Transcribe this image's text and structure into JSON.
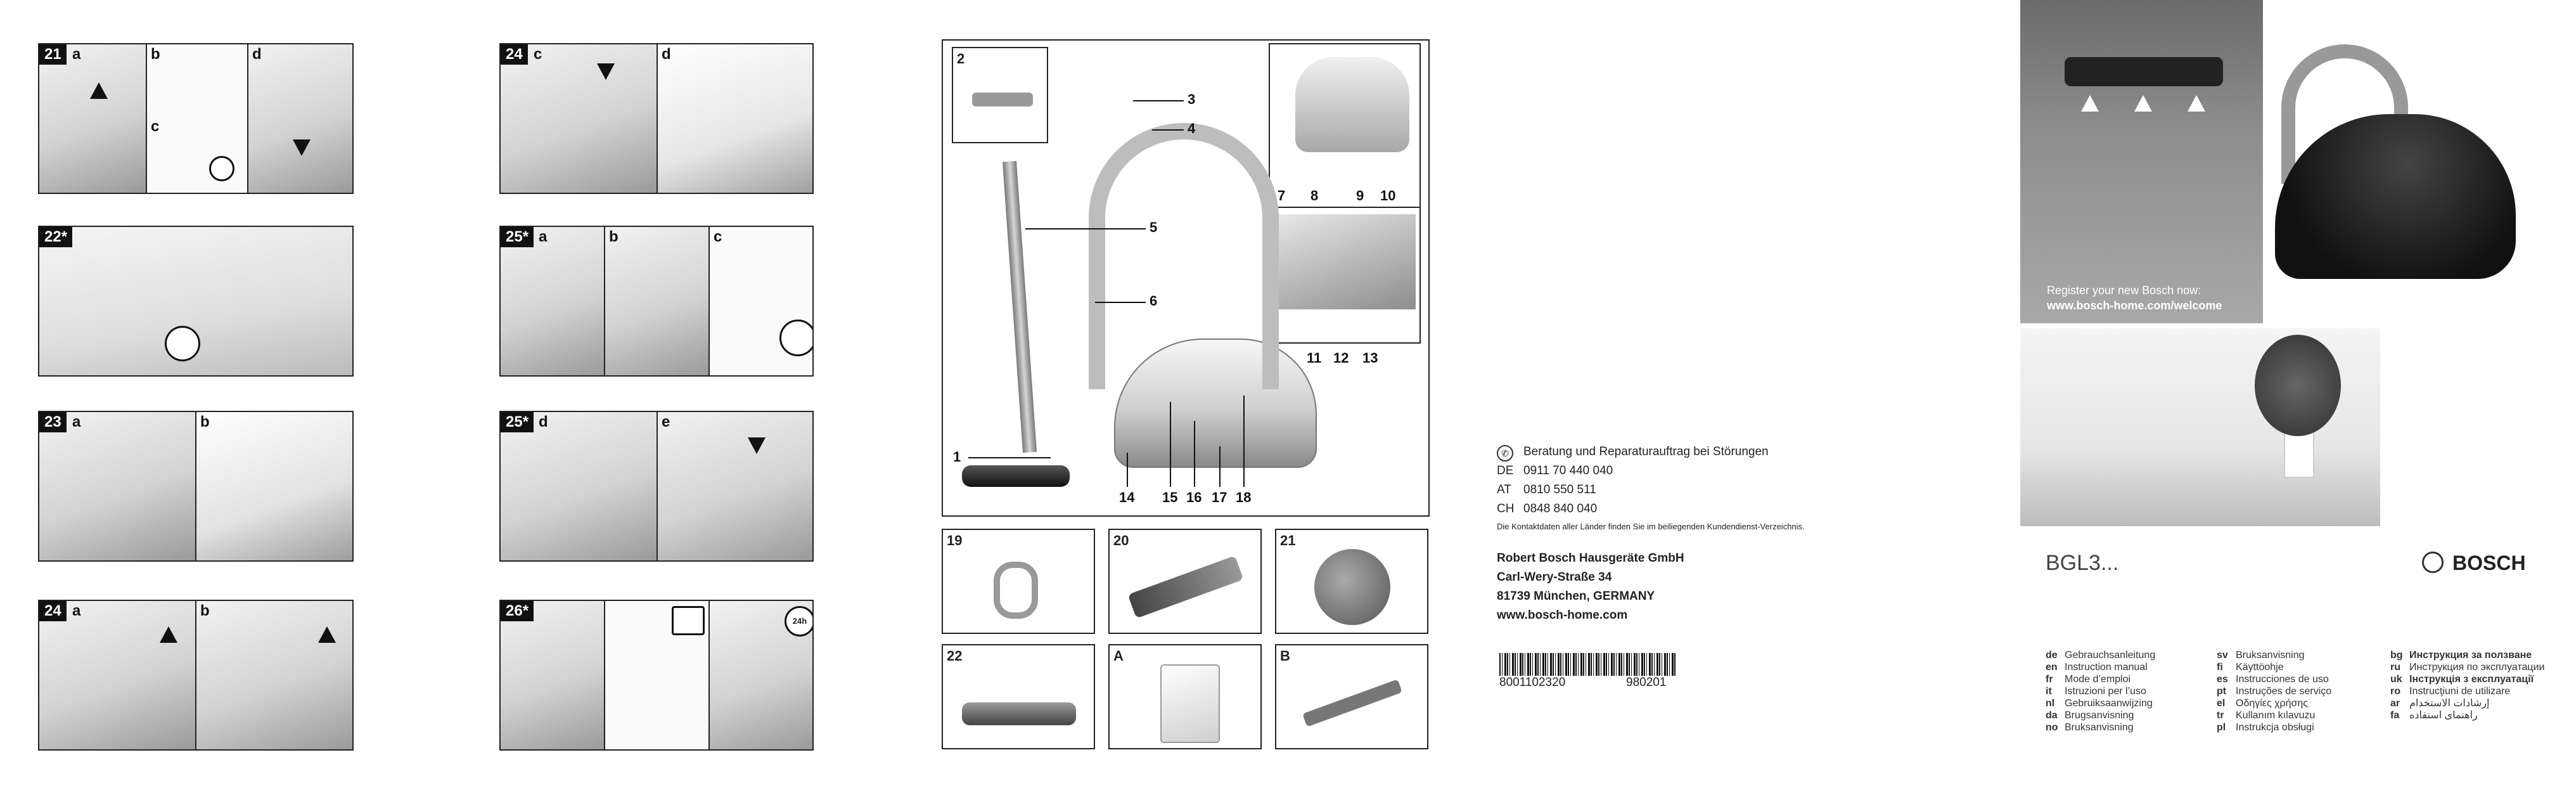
{
  "panels_left": [
    {
      "num": "21",
      "letters": [
        "a",
        "b",
        "c",
        "d"
      ]
    },
    {
      "num": "22*",
      "letters": []
    },
    {
      "num": "23",
      "letters": [
        "a",
        "b"
      ]
    },
    {
      "num": "24",
      "letters": [
        "a",
        "b"
      ]
    }
  ],
  "panels_mid": [
    {
      "num": "24",
      "letters": [
        "c",
        "d"
      ]
    },
    {
      "num": "25*",
      "letters": [
        "a",
        "b",
        "c"
      ]
    },
    {
      "num": "25*",
      "letters": [
        "d",
        "e"
      ]
    },
    {
      "num": "26*",
      "letters": []
    }
  ],
  "badge_24h": "24h",
  "main_diagram": {
    "inset_label": "2",
    "callouts": [
      "1",
      "3",
      "4",
      "5",
      "6",
      "7",
      "8",
      "9",
      "10",
      "11",
      "12",
      "13",
      "14",
      "15",
      "16",
      "17",
      "18"
    ]
  },
  "accessories": [
    "19",
    "20",
    "21",
    "22",
    "A",
    "B"
  ],
  "service": {
    "heading": "Beratung und Reparaturauftrag bei Störungen",
    "rows": [
      {
        "country": "DE",
        "phone": "0911 70 440 040"
      },
      {
        "country": "AT",
        "phone": "0810 550 511"
      },
      {
        "country": "CH",
        "phone": "0848 840 040"
      }
    ],
    "note": "Die Kontaktdaten aller Länder finden Sie im beiliegenden Kundendienst-Verzeichnis."
  },
  "address": {
    "company": "Robert Bosch Hausgeräte GmbH",
    "street": "Carl-Wery-Straße 34",
    "city": "81739 München, GERMANY",
    "web": "www.bosch-home.com"
  },
  "barcode": {
    "number": "8001102320",
    "code": "980201"
  },
  "cover": {
    "register_line": "Register your new Bosch now:",
    "register_url": "www.bosch-home.com/welcome",
    "model": "BGL3...",
    "brand": "BOSCH"
  },
  "languages": [
    [
      {
        "code": "de",
        "name": "Gebrauchsanleitung"
      },
      {
        "code": "en",
        "name": "Instruction manual"
      },
      {
        "code": "fr",
        "name": "Mode d’emploi"
      },
      {
        "code": "it",
        "name": "Istruzioni per l’uso"
      },
      {
        "code": "nl",
        "name": "Gebruiksaanwijzing"
      },
      {
        "code": "da",
        "name": "Brugsanvisning"
      },
      {
        "code": "no",
        "name": "Bruksanvisning"
      }
    ],
    [
      {
        "code": "sv",
        "name": "Bruksanvisning"
      },
      {
        "code": "fi",
        "name": "Käyttöohje"
      },
      {
        "code": "es",
        "name": "Instrucciones de uso"
      },
      {
        "code": "pt",
        "name": "Instruções de serviço"
      },
      {
        "code": "el",
        "name": "Οδηγίες χρήσης"
      },
      {
        "code": "tr",
        "name": "Kullanım kılavuzu"
      },
      {
        "code": "pl",
        "name": "Instrukcja obsługi"
      }
    ],
    [
      {
        "code": "bg",
        "name": "Инструкция за ползване"
      },
      {
        "code": "ru",
        "name": "Инструкция по эксплуатации"
      },
      {
        "code": "uk",
        "name": "Інструкція з експлуатації"
      },
      {
        "code": "ro",
        "name": "Instrucţiuni de utilizare"
      },
      {
        "code": "ar",
        "name": "إرشادات الاستخدام"
      },
      {
        "code": "fa",
        "name": "راهنمای استفاده"
      }
    ]
  ]
}
